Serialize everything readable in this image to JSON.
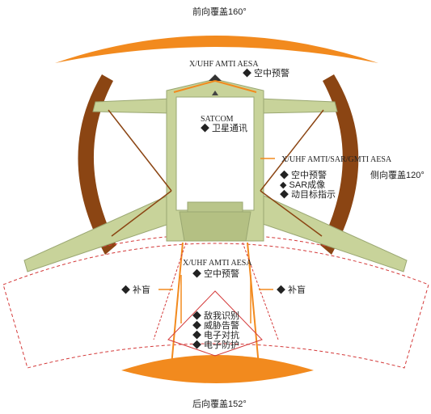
{
  "coverage": {
    "front": "前向覆盖160°",
    "side": "侧向覆盖120°",
    "rear": "后向覆盖152°"
  },
  "nose_radar": {
    "name": "X/UHF AMTI AESA",
    "function": "◆ 空中预警"
  },
  "satcom": {
    "name": "SATCOM",
    "function": "◆ 卫星通讯"
  },
  "side_radar": {
    "name": "X/UHF AMTI/SAR/GMTI AESA",
    "functions": [
      "◆ 空中预警",
      "◆ SAR成像",
      "◆ 动目标指示"
    ]
  },
  "tail_radar": {
    "name": "X/UHF AMTI AESA",
    "function": "◆ 空中预警"
  },
  "gap_fill": {
    "left": "◆ 补盲",
    "right": "◆ 补盲"
  },
  "ew_functions": [
    "◆ 敌我识别",
    "◆ 威胁告警",
    "◆ 电子对抗",
    "◆ 电子防护"
  ],
  "colors": {
    "orange": "#f28a1e",
    "brown": "#8b4513",
    "aircraft": "#c8d39a",
    "rear_dashed": "#d43a3a"
  }
}
